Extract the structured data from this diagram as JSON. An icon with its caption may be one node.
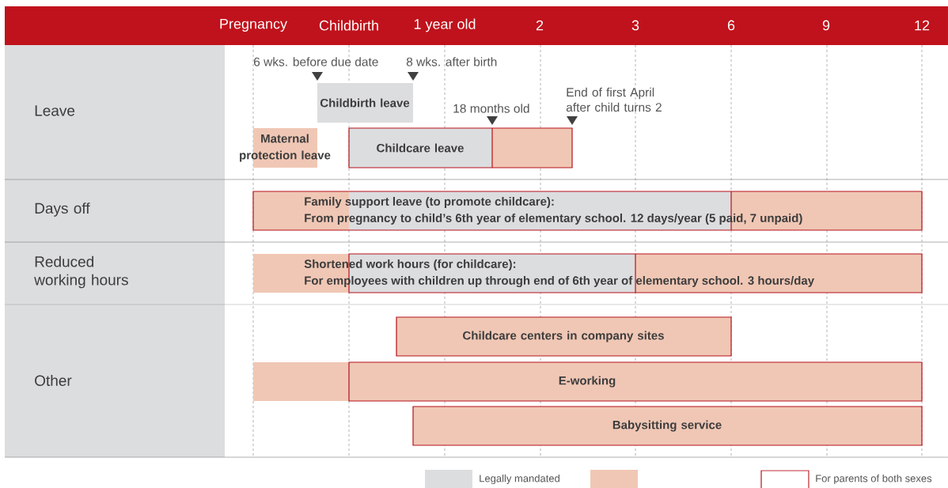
{
  "diagram": {
    "nodes": [
      {
        "text": [
          "Childbirth leave"
        ]
      },
      {
        "text": [
          "Maternal protection leave"
        ]
      },
      {
        "text": [
          "Childcare leave"
        ]
      },
      {
        "text": [
          "Family support leave (to promote childcare):",
          "From pregnancy to child’s 6th year of elementary school. 12 days/year (5 paid, 7 unpaid)"
        ]
      },
      {
        "text": [
          "Shortened work hours (for childcare):",
          "For employees with children up through end of 6th year of elementary school. 3 hours/day"
        ]
      },
      {
        "text": [
          "Childcare centers in company sites"
        ]
      },
      {
        "text": [
          "E-working"
        ]
      },
      {
        "text": [
          "Babysitting service"
        ]
      }
    ],
    "labels": [
      "Pregnancy",
      "Childbirth",
      "1 year old",
      "2",
      "3",
      "6",
      "9",
      "12",
      "Leave",
      "6 wks. before due date",
      "8 wks. after birth",
      "18 months old",
      "End of first April after child turns 2",
      "Days off",
      "Reduced working hours",
      "Other"
    ],
    "legend": [
      {
        "text": "Legally mandated",
        "color": "#dcdddf"
      },
      {
        "text": "For parents of both sexes"
      }
    ]
  }
}
